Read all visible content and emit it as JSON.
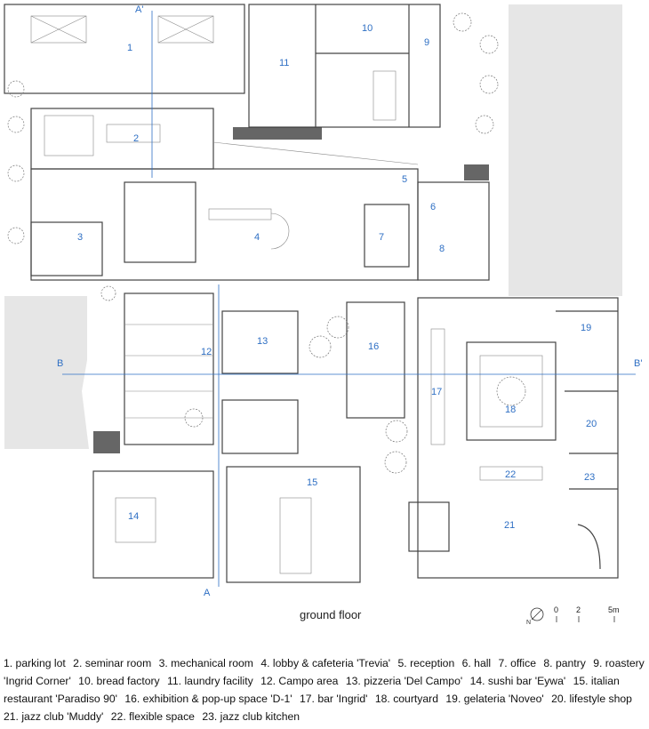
{
  "title": "ground floor",
  "section_marks": {
    "a": "A",
    "a_prime": "A'",
    "b": "B",
    "b_prime": "B'"
  },
  "scale_bar": {
    "ticks": [
      "0",
      "2",
      "5m"
    ],
    "north_label": "N"
  },
  "rooms": [
    {
      "num": "1",
      "name": "parking lot"
    },
    {
      "num": "2",
      "name": "seminar room"
    },
    {
      "num": "3",
      "name": "mechanical room"
    },
    {
      "num": "4",
      "name": "lobby & cafeteria 'Trevia'"
    },
    {
      "num": "5",
      "name": "reception"
    },
    {
      "num": "6",
      "name": "hall"
    },
    {
      "num": "7",
      "name": "office"
    },
    {
      "num": "8",
      "name": "pantry"
    },
    {
      "num": "9",
      "name": "roastery 'Ingrid Corner'"
    },
    {
      "num": "10",
      "name": "bread factory"
    },
    {
      "num": "11",
      "name": "laundry facility"
    },
    {
      "num": "12",
      "name": "Campo area"
    },
    {
      "num": "13",
      "name": "pizzeria 'Del Campo'"
    },
    {
      "num": "14",
      "name": "sushi bar 'Eywa'"
    },
    {
      "num": "15",
      "name": "italian restaurant 'Paradiso 90'"
    },
    {
      "num": "16",
      "name": "exhibition & pop-up space 'D-1'"
    },
    {
      "num": "17",
      "name": "bar 'Ingrid'"
    },
    {
      "num": "18",
      "name": "courtyard"
    },
    {
      "num": "19",
      "name": "gelateria 'Noveo'"
    },
    {
      "num": "20",
      "name": "lifestyle shop"
    },
    {
      "num": "21",
      "name": "jazz club 'Muddy'"
    },
    {
      "num": "22",
      "name": "flexible space"
    },
    {
      "num": "23",
      "name": "jazz club kitchen"
    }
  ],
  "colors": {
    "label": "#2e6fc4",
    "neighbour": "#e6e6e6"
  }
}
